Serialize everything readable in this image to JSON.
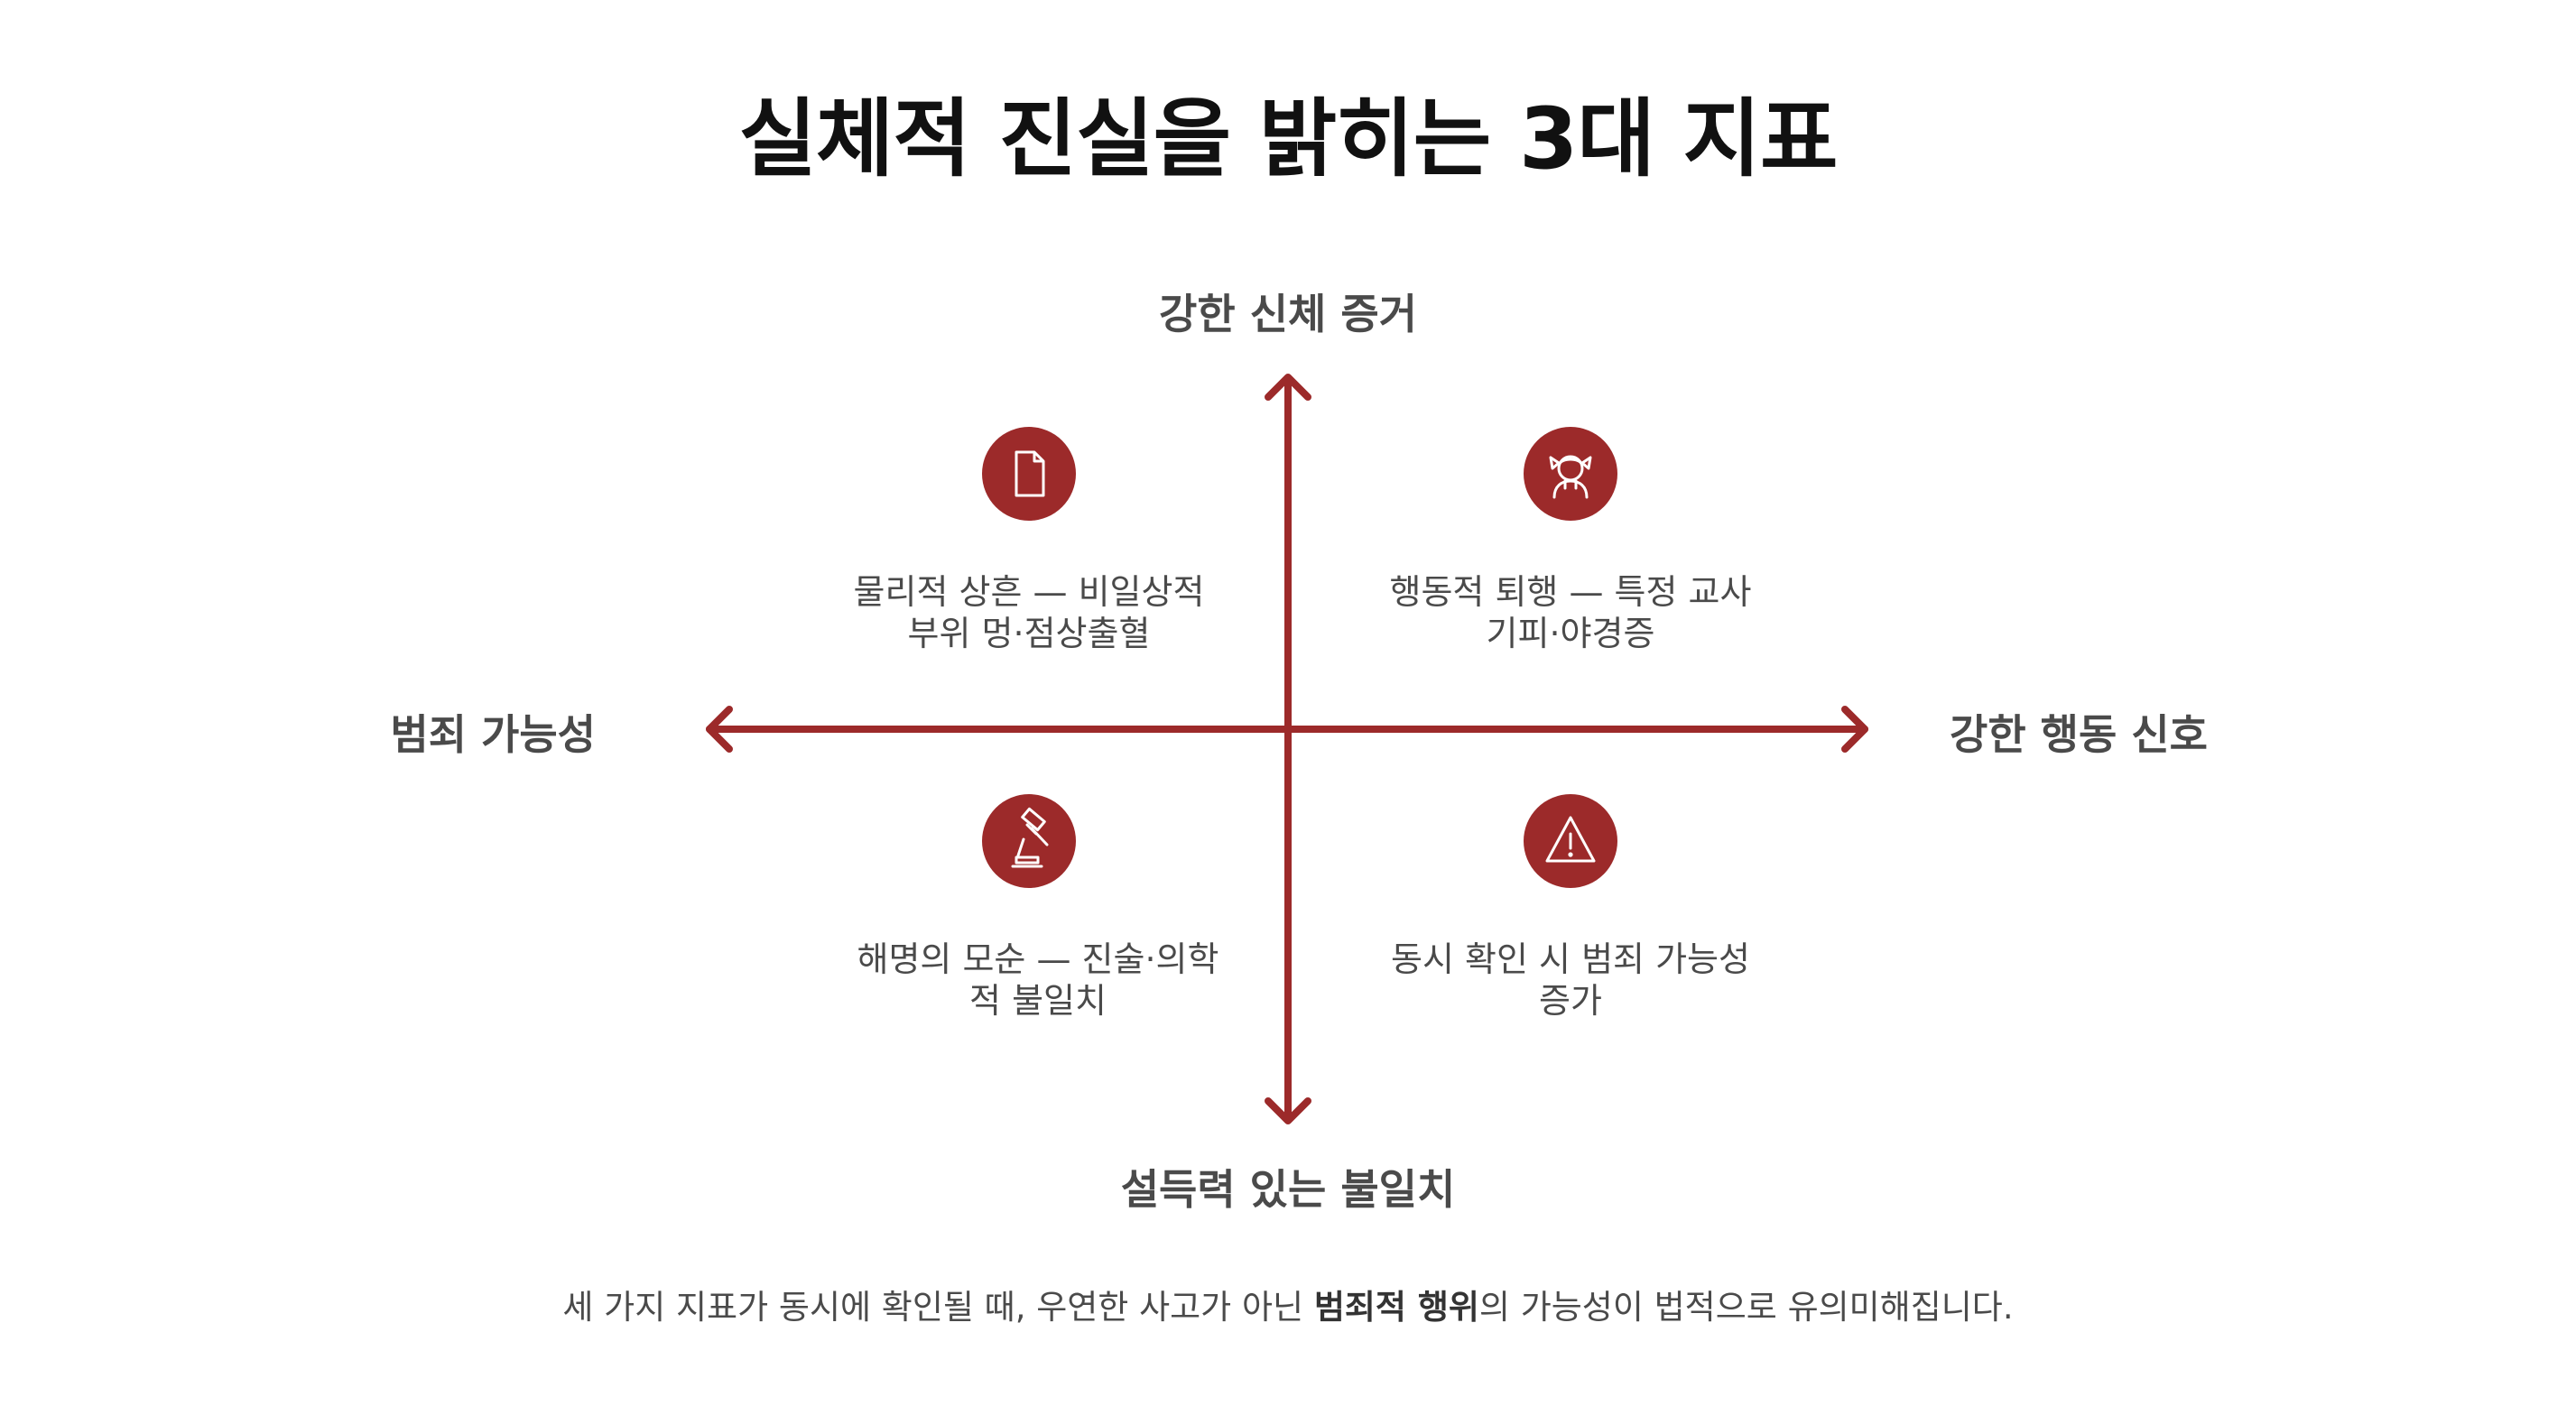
{
  "title": "실체적 진실을 밝히는 3대 지표",
  "axes": {
    "top": "강한 신체 증거",
    "bottom": "설득력 있는 불일치",
    "left": "범죄 가능성",
    "right": "강한 행동 신호"
  },
  "quadrants": {
    "top_left": {
      "icon": "document-icon",
      "lines": [
        "물리적 상흔 — 비일상적",
        "부위 멍·점상출혈"
      ]
    },
    "top_right": {
      "icon": "child-icon",
      "lines": [
        "행동적 퇴행 — 특정 교사",
        "기피·야경증"
      ]
    },
    "bottom_left": {
      "icon": "gavel-icon",
      "lines": [
        "해명의 모순 — 진술·의학",
        "적 불일치"
      ]
    },
    "bottom_right": {
      "icon": "warning-icon",
      "lines": [
        "동시 확인 시 범죄 가능성",
        "증가"
      ]
    }
  },
  "footer": {
    "before": "세 가지 지표가 동시에 확인될 때, 우연한 사고가 아닌 ",
    "bold": "범죄적 행위",
    "after": "의 가능성이 법적으로 유의미해집니다."
  },
  "colors": {
    "accent": "#9c2a2a",
    "title": "#111111",
    "text": "#4a4a4a"
  }
}
